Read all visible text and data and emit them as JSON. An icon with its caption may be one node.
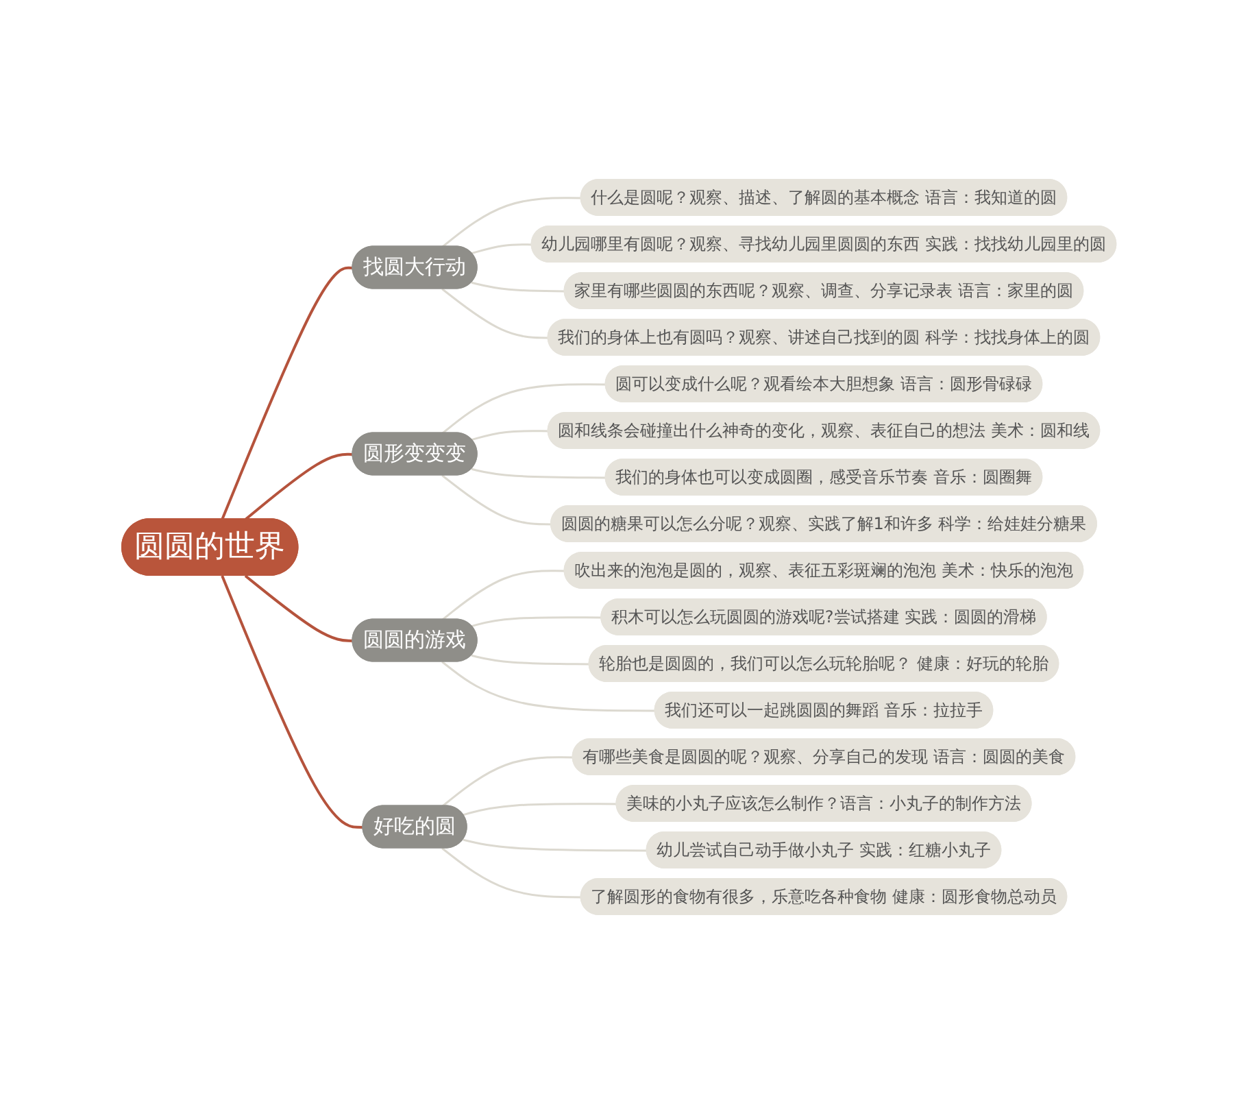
{
  "diagram": {
    "nodes": [
      {
        "text": [
          "圆圆的世界"
        ]
      },
      {
        "text": [
          "找圆大行动"
        ]
      },
      {
        "text": [
          "什么是圆呢？观察、描述、了解圆的基本概念 语言：我知道的圆"
        ]
      },
      {
        "text": [
          "幼儿园哪里有圆呢？观察、寻找幼儿园里圆圆的东西 实践：找找幼儿园里的圆"
        ]
      },
      {
        "text": [
          "家里有哪些圆圆的东西呢？观察、调查、分享记录表 语言：家里的圆"
        ]
      },
      {
        "text": [
          "我们的身体上也有圆吗？观察、讲述自己找到的圆 科学：找找身体上的圆"
        ]
      },
      {
        "text": [
          "圆形变变变"
        ]
      },
      {
        "text": [
          "圆可以变成什么呢？观看绘本大胆想象 语言：圆形骨碌碌"
        ]
      },
      {
        "text": [
          "圆和线条会碰撞出什么神奇的变化，观察、表征自己的想法 美术：圆和线"
        ]
      },
      {
        "text": [
          "我们的身体也可以变成圆圈，感受音乐节奏 音乐：圆圈舞"
        ]
      },
      {
        "text": [
          "圆圆的糖果可以怎么分呢？观察、实践了解1和许多 科学：给娃娃分糖果"
        ]
      },
      {
        "text": [
          "圆圆的游戏"
        ]
      },
      {
        "text": [
          "吹出来的泡泡是圆的，观察、表征五彩斑斓的泡泡 美术：快乐的泡泡"
        ]
      },
      {
        "text": [
          "积木可以怎么玩圆圆的游戏呢?尝试搭建 实践：圆圆的滑梯"
        ]
      },
      {
        "text": [
          "轮胎也是圆圆的，我们可以怎么玩轮胎呢？ 健康：好玩的轮胎"
        ]
      },
      {
        "text": [
          "我们还可以一起跳圆圆的舞蹈 音乐：拉拉手"
        ]
      },
      {
        "text": [
          "好吃的圆"
        ]
      },
      {
        "text": [
          "有哪些美食是圆圆的呢？观察、分享自己的发现 语言：圆圆的美食"
        ]
      },
      {
        "text": [
          "美味的小丸子应该怎么制作？语言：小丸子的制作方法"
        ]
      },
      {
        "text": [
          "幼儿尝试自己动手做小丸子 实践：红糖小丸子"
        ]
      },
      {
        "text": [
          "了解圆形的食物有很多，乐意吃各种食物 健康：圆形食物总动员"
        ]
      }
    ],
    "edges": [
      {
        "from": 0,
        "to": 1,
        "arrow": "none",
        "color": "#b5533c"
      },
      {
        "from": 1,
        "to": 2,
        "arrow": "none"
      },
      {
        "from": 1,
        "to": 3,
        "arrow": "none"
      },
      {
        "from": 1,
        "to": 4,
        "arrow": "none"
      },
      {
        "from": 1,
        "to": 5,
        "arrow": "none"
      },
      {
        "from": 0,
        "to": 6,
        "arrow": "none",
        "color": "#b5533c"
      },
      {
        "from": 6,
        "to": 7,
        "arrow": "none"
      },
      {
        "from": 6,
        "to": 8,
        "arrow": "none"
      },
      {
        "from": 6,
        "to": 9,
        "arrow": "none"
      },
      {
        "from": 6,
        "to": 10,
        "arrow": "none"
      },
      {
        "from": 0,
        "to": 11,
        "arrow": "none",
        "color": "#b5533c"
      },
      {
        "from": 11,
        "to": 12,
        "arrow": "none"
      },
      {
        "from": 11,
        "to": 13,
        "arrow": "none"
      },
      {
        "from": 11,
        "to": 14,
        "arrow": "none"
      },
      {
        "from": 11,
        "to": 15,
        "arrow": "none"
      },
      {
        "from": 0,
        "to": 16,
        "arrow": "none",
        "color": "#b5533c"
      },
      {
        "from": 16,
        "to": 17,
        "arrow": "none"
      },
      {
        "from": 16,
        "to": 18,
        "arrow": "none"
      },
      {
        "from": 16,
        "to": 19,
        "arrow": "none"
      },
      {
        "from": 16,
        "to": 20,
        "arrow": "none"
      }
    ]
  }
}
